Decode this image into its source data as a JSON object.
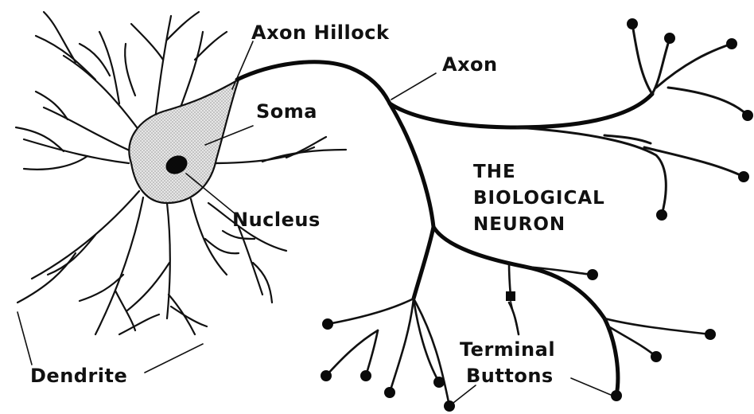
{
  "labels": {
    "axon_hillock": "Axon Hillock",
    "axon": "Axon",
    "soma": "Soma",
    "nucleus": "Nucleus",
    "dendrite": "Dendrite",
    "terminal_buttons_line1": "Terminal",
    "terminal_buttons_line2": "Buttons"
  },
  "title": {
    "line1": "THE",
    "line2": "BIOLOGICAL",
    "line3": "NEURON"
  },
  "colors": {
    "ink": "#111111",
    "soma_fill": "#d8d8d8",
    "background": "#ffffff"
  }
}
